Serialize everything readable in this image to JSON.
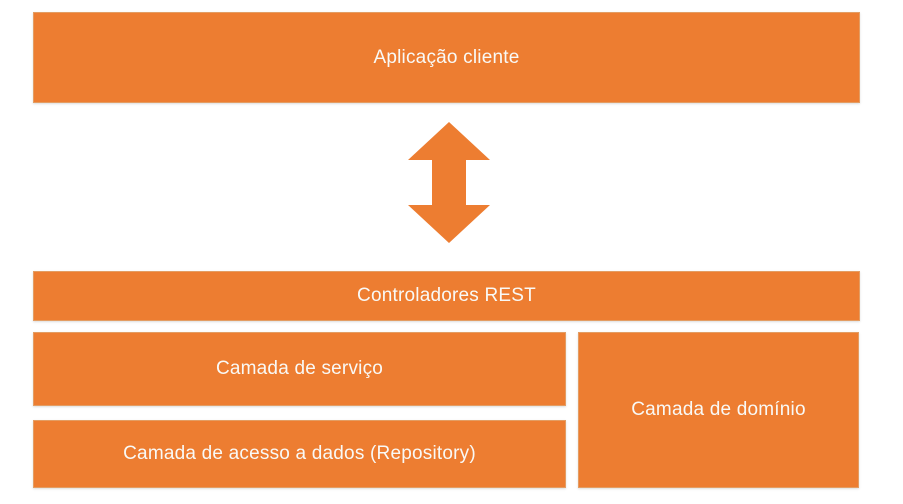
{
  "colors": {
    "accent": "#ED7D31",
    "text": "#F9F9F6",
    "background": "#FFFFFF"
  },
  "diagram": {
    "boxes": [
      {
        "id": "client",
        "label": "Aplicação cliente"
      },
      {
        "id": "controllers",
        "label": "Controladores REST"
      },
      {
        "id": "service",
        "label": "Camada de serviço"
      },
      {
        "id": "data-access",
        "label": "Camada de acesso a dados (Repository)"
      },
      {
        "id": "domain",
        "label": "Camada de domínio"
      }
    ],
    "arrow": {
      "icon": "up-down-arrow-icon"
    }
  }
}
